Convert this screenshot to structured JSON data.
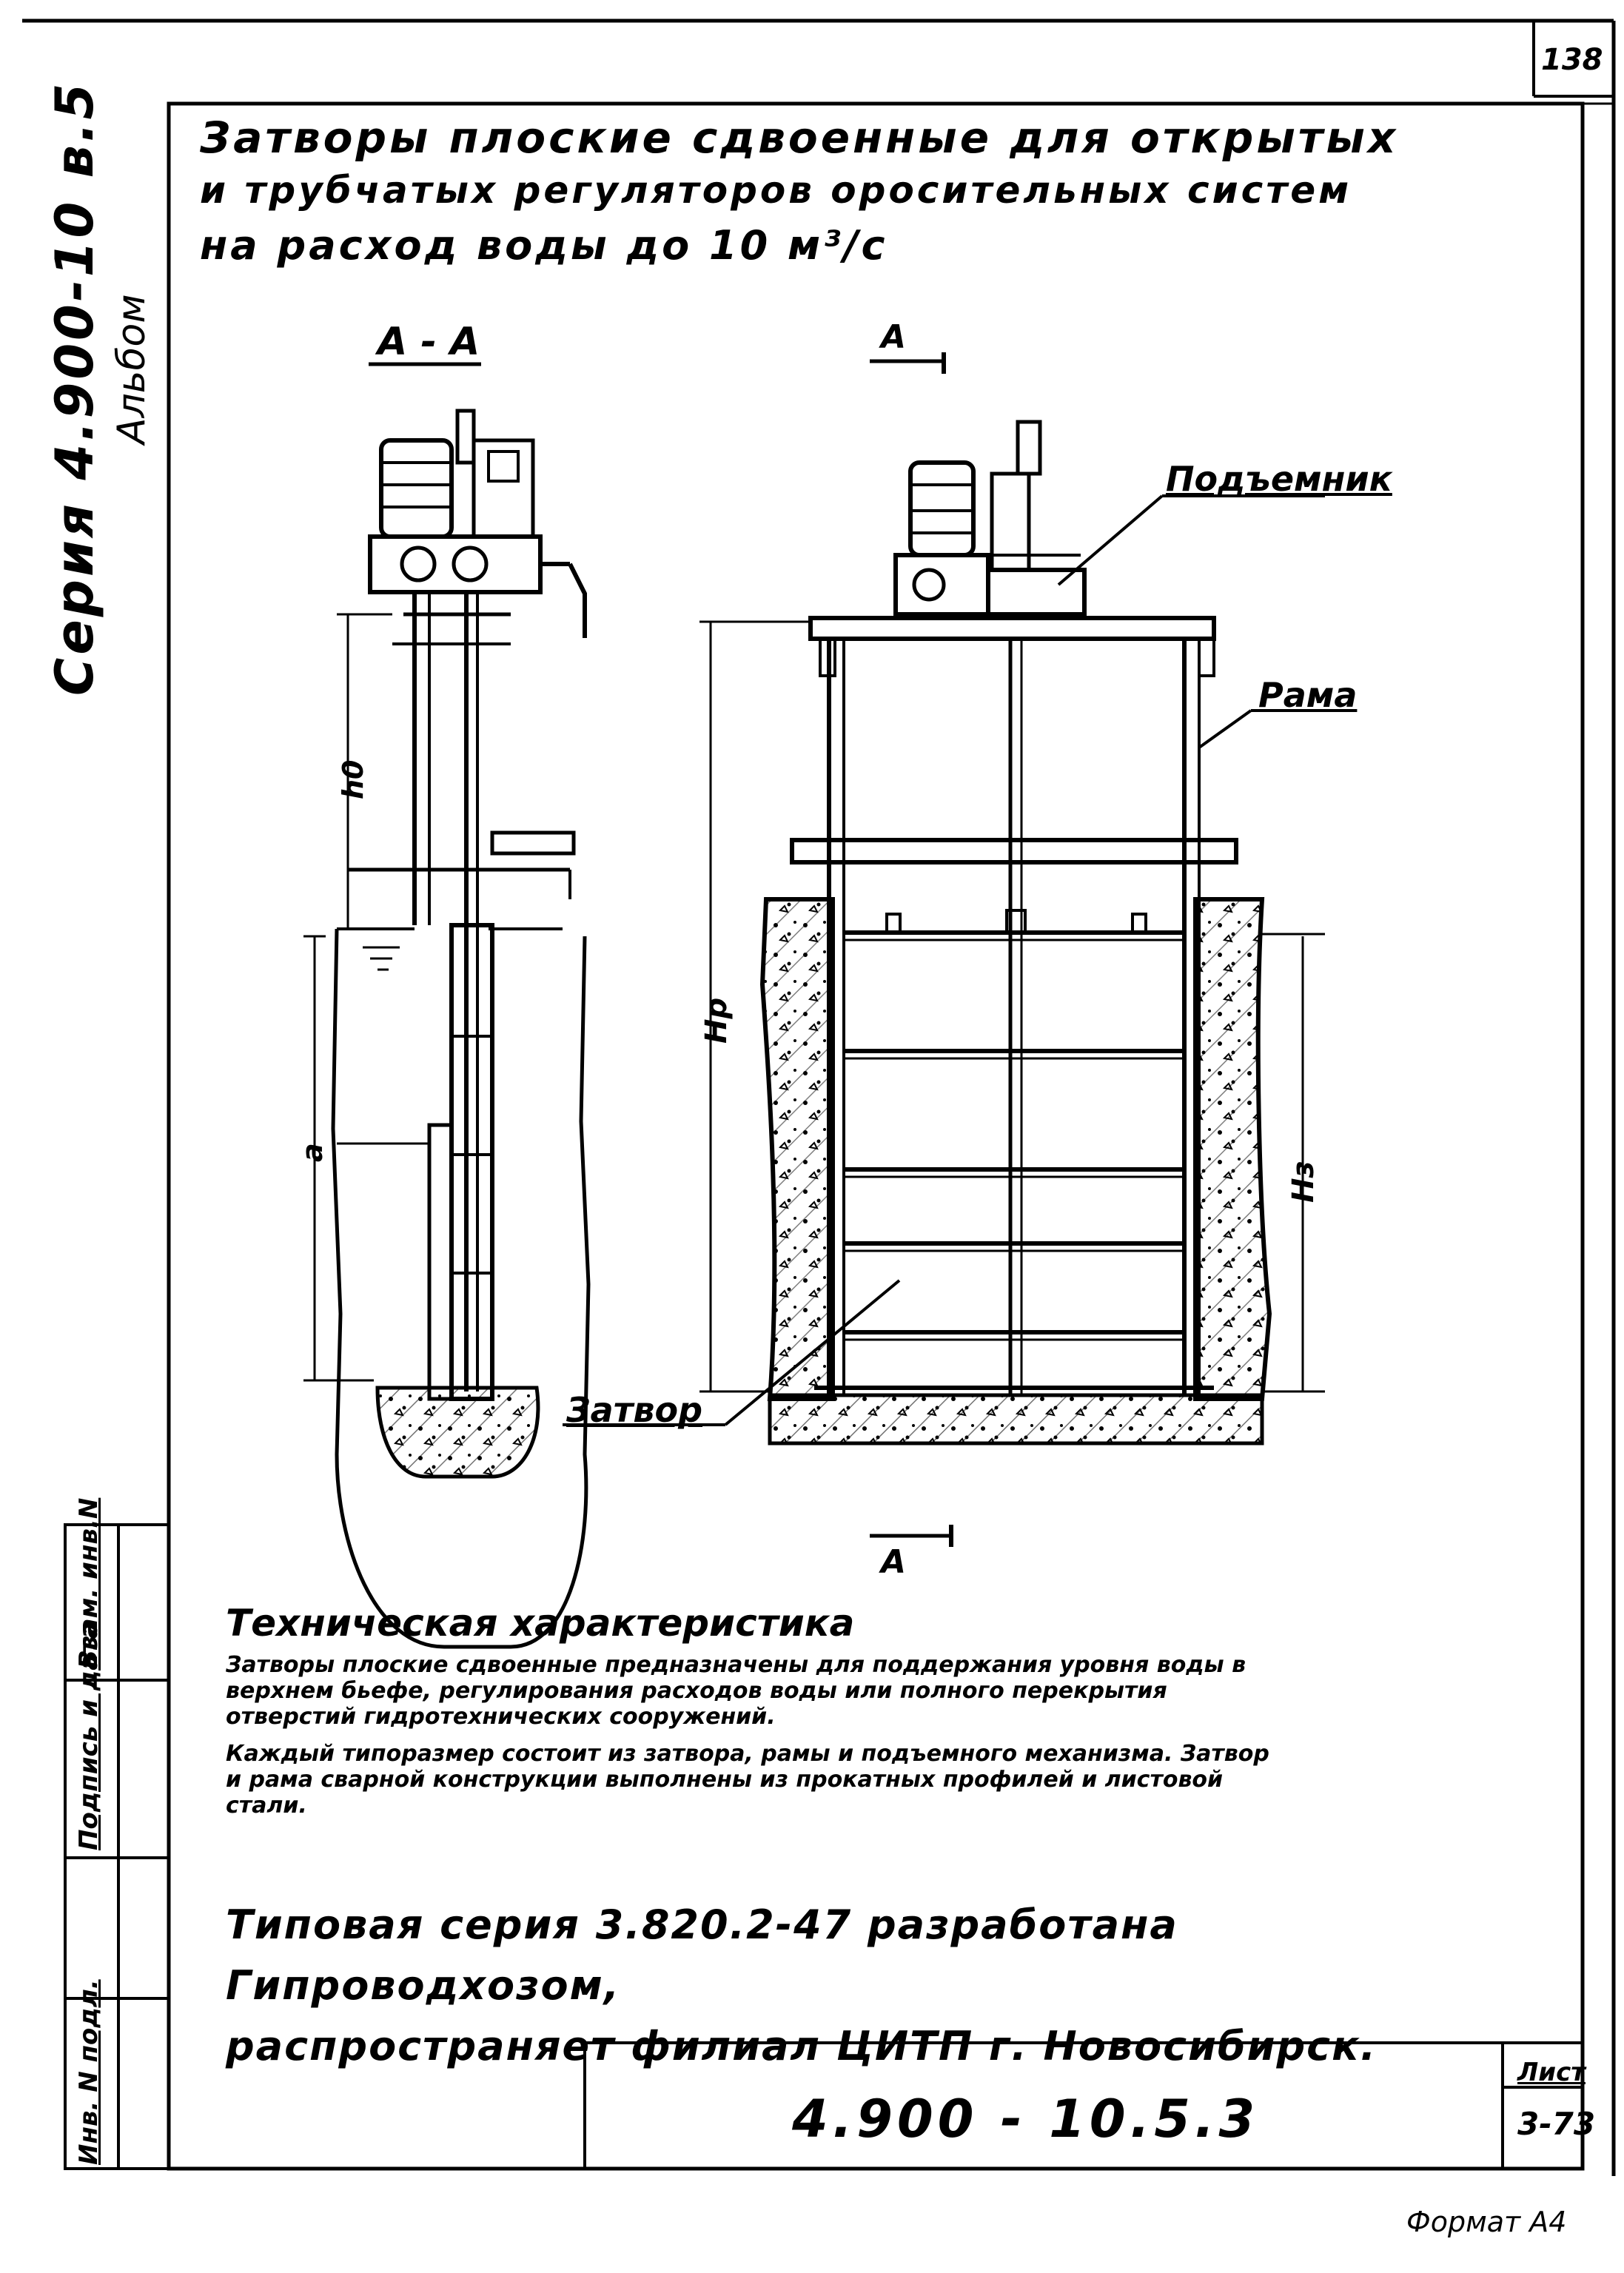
{
  "page_number": "138",
  "title": {
    "line1": "Затворы плоские сдвоенные для открытых",
    "line2": "и трубчатых регуляторов оросительных систем",
    "line3": "на расход воды до 10 м³/с"
  },
  "series_code": "Серия 4.900-10 в.5",
  "album_label": "Альбом",
  "stamps": {
    "vzam": "Взам. инв.N",
    "podpis": "Подпись и дата",
    "inv": "Инв. N подл."
  },
  "drawing": {
    "section_left": "А - А",
    "section_marker": "А",
    "callouts": {
      "lifter": "Подъемник",
      "frame": "Рама",
      "gate": "Затвор"
    },
    "dims": {
      "h0": "h0",
      "a": "а",
      "hp": "Нр",
      "hz": "Нз"
    }
  },
  "tech": {
    "heading": "Техническая характеристика",
    "p1": "Затворы плоские сдвоенные предназначены для поддержания уровня воды в верхнем бьефе, регулирования расходов воды или полного перекрытия отверстий гидротехнических сооружений.",
    "p2": "Каждый типоразмер состоит из затвора, рамы и подъемного механизма. Затвор и рама сварной конструкции выполнены из прокатных профилей и листовой стали."
  },
  "series_note": {
    "line1": "Типовая серия 3.820.2-47 разработана Гипроводхозом,",
    "line2": "распространяет филиал ЦИТП г. Новосибирск."
  },
  "title_block": {
    "doc_code": "4.900 - 10.5.3",
    "sheet_label": "Лист",
    "sheet_number": "3-73"
  },
  "format_note": "Формат А4"
}
